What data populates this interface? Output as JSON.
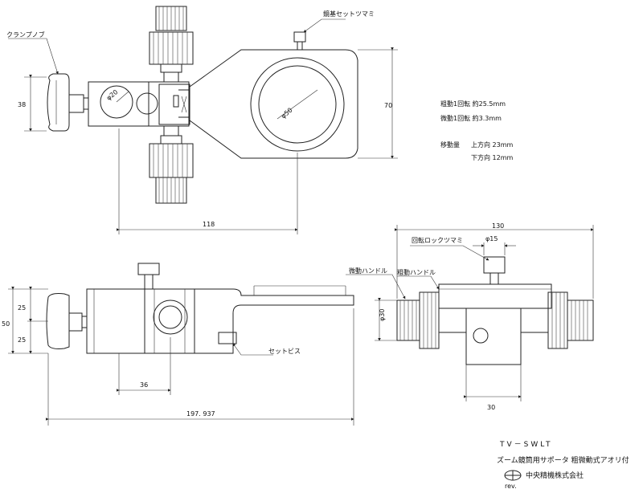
{
  "top_view": {
    "labels": {
      "clamp_knob": "クランプノブ",
      "mirror_base_set_knob": "鏡基セットツマミ"
    },
    "dims": {
      "height_38": "38",
      "phi20": "φ20",
      "phi50": "φ50",
      "height_70": "70",
      "width_118": "118"
    }
  },
  "specs": {
    "coarse": "粗動1回転 約25.5mm",
    "fine": "微動1回転 約3.3mm",
    "travel_label": "移動量",
    "travel_up": "上方向 23mm",
    "travel_down": "下方向 12mm"
  },
  "front_view": {
    "labels": {
      "set_screw": "セットビス"
    },
    "dims": {
      "h25_top": "25",
      "h25_bot": "25",
      "h50": "50",
      "w36": "36",
      "w197": "197. 937"
    }
  },
  "side_view": {
    "labels": {
      "rotation_lock": "回転ロックツマミ",
      "fine_handle": "微動ハンドル",
      "coarse_handle": "粗動ハンドル"
    },
    "dims": {
      "w130": "130",
      "phi15": "φ15",
      "phi30": "φ30",
      "w30": "30"
    }
  },
  "title_block": {
    "model": "TV－SWLT",
    "name": "ズーム鏡筒用サポータ 粗微動式アオリ付",
    "company": "中央精機株式会社",
    "rev": "rev."
  }
}
